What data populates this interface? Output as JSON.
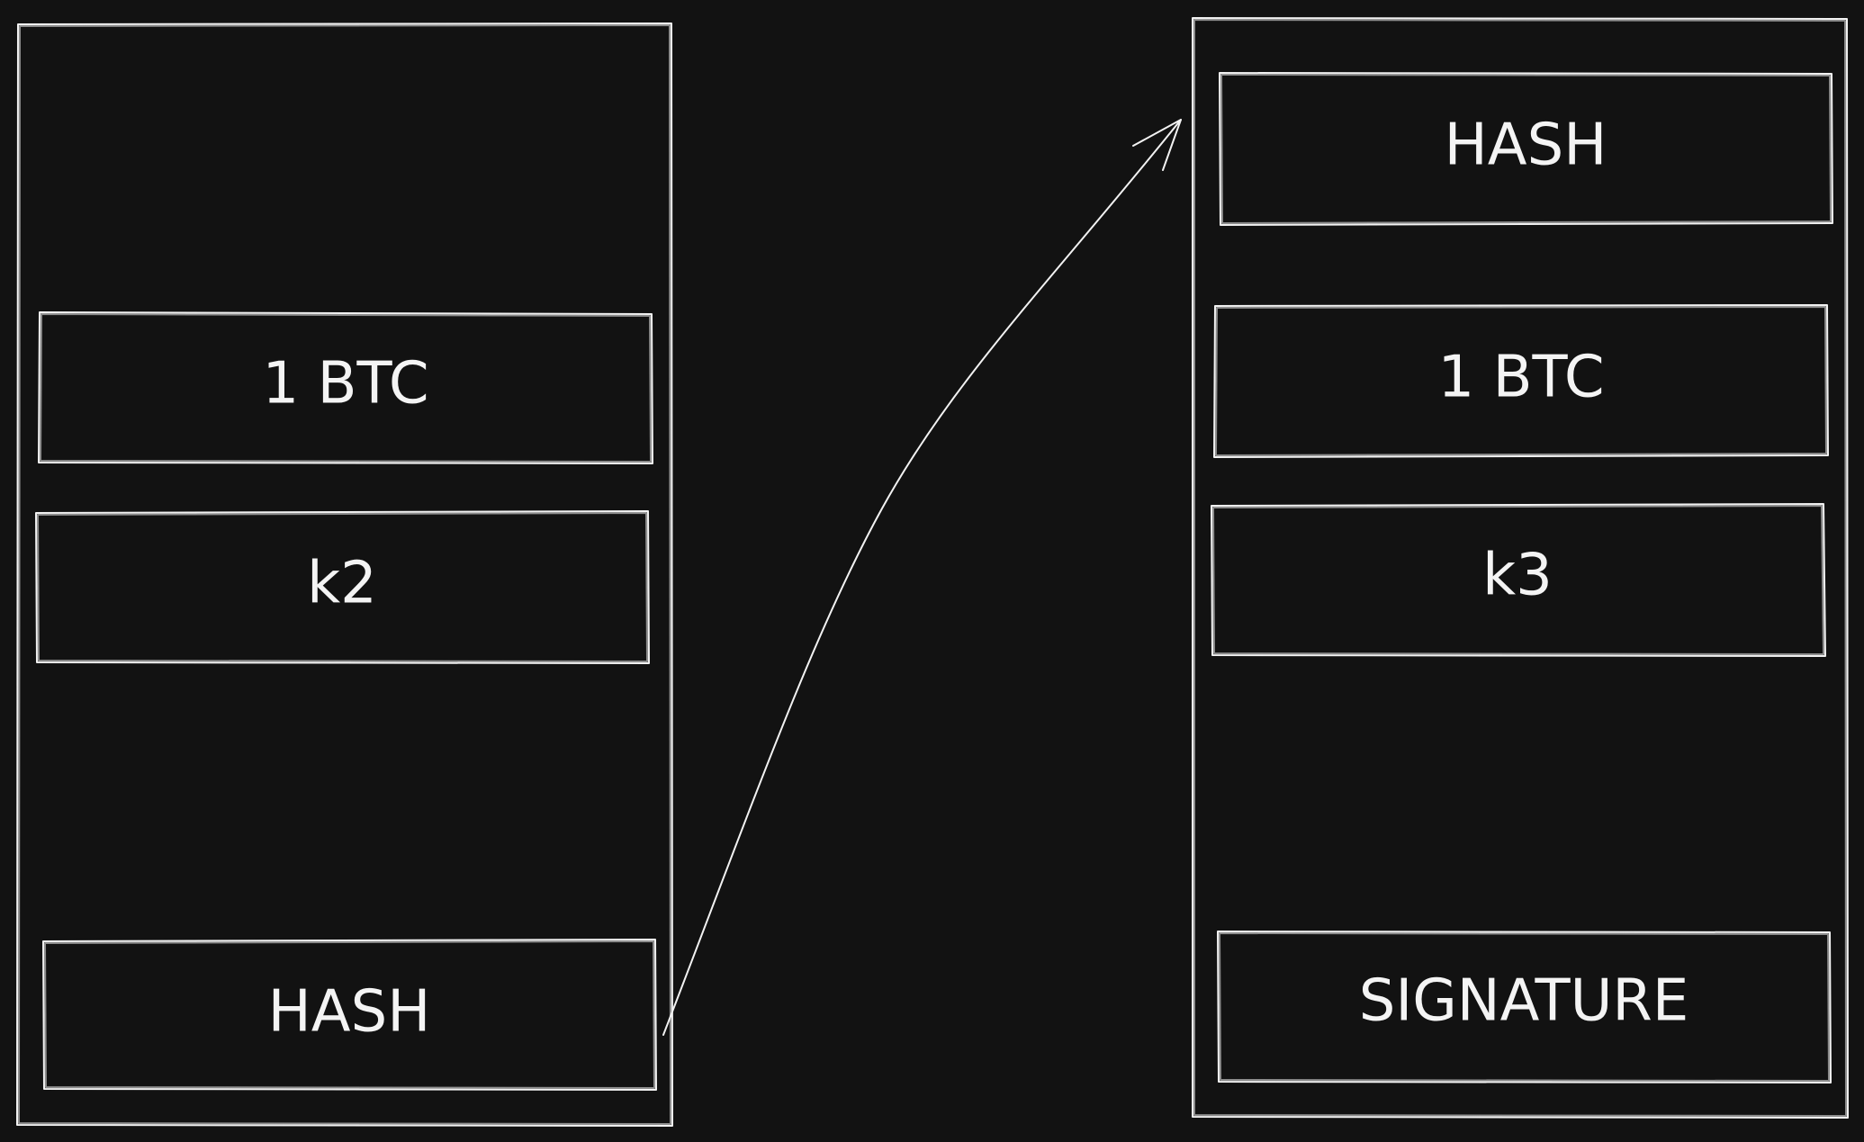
{
  "diagram": {
    "background_color": "#121212",
    "stroke_color": "#f2f2f2",
    "left_block": {
      "fields": [
        {
          "label": "1 BTC"
        },
        {
          "label": "k2"
        },
        {
          "label": "HASH"
        }
      ]
    },
    "right_block": {
      "fields": [
        {
          "label": "HASH"
        },
        {
          "label": "1 BTC"
        },
        {
          "label": "k3"
        },
        {
          "label": "SIGNATURE"
        }
      ]
    },
    "connector": {
      "from": "left_block.fields.2",
      "to": "right_block",
      "arrowhead": "open-arrow"
    }
  }
}
